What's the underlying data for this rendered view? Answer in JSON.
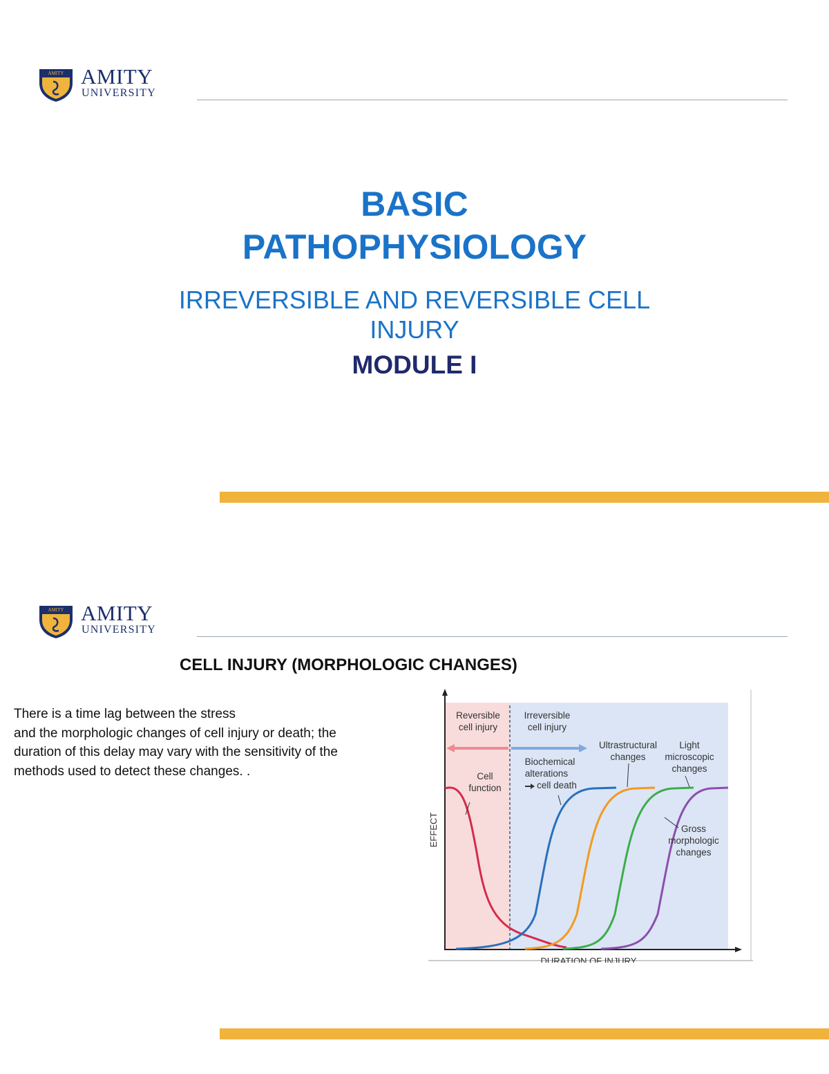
{
  "slide1": {
    "logo": {
      "name": "AMITY",
      "sub": "UNIVERSITY",
      "badge": "AMITY"
    },
    "title_line1": "BASIC",
    "title_line2": "PATHOPHYSIOLOGY",
    "subtitle_line1": "IRREVERSIBLE AND REVERSIBLE CELL",
    "subtitle_line2": "INJURY",
    "module": "MODULE I"
  },
  "slide2": {
    "logo": {
      "name": "AMITY",
      "sub": "UNIVERSITY",
      "badge": "AMITY"
    },
    "heading": "CELL INJURY (MORPHOLOGIC CHANGES)",
    "body_lines": [
      "There is a time lag between the stress",
      "and the morphologic changes of cell injury or death; the",
      "duration of this delay may vary with the sensitivity of the",
      "methods used to detect these changes.  ."
    ],
    "figure": {
      "region_reversible_line1": "Reversible",
      "region_reversible_line2": "cell injury",
      "region_irreversible_line1": "Irreversible",
      "region_irreversible_line2": "cell injury",
      "label_cell_function_line1": "Cell",
      "label_cell_function_line2": "function",
      "label_biochem_line1": "Biochemical",
      "label_biochem_line2": "alterations",
      "label_biochem_line3": "cell death",
      "label_ultra_line1": "Ultrastructural",
      "label_ultra_line2": "changes",
      "label_light_line1": "Light",
      "label_light_line2": "microscopic",
      "label_light_line3": "changes",
      "label_gross_line1": "Gross",
      "label_gross_line2": "morphologic",
      "label_gross_line3": "changes",
      "ylabel": "EFFECT",
      "xlabel": "DURATION OF INJURY",
      "colors": {
        "reversible_bg": "#f8dcdc",
        "irreversible_bg": "#dbe5f5",
        "cell_function": "#d62a4a",
        "biochemical": "#2a6fbd",
        "ultrastructural": "#f39a1e",
        "light": "#3dad4a",
        "gross": "#8b4fae"
      }
    }
  },
  "theme": {
    "accent_bar": "#f0b33c",
    "title_blue": "#1a73c8",
    "module_navy": "#1f2a6b"
  }
}
